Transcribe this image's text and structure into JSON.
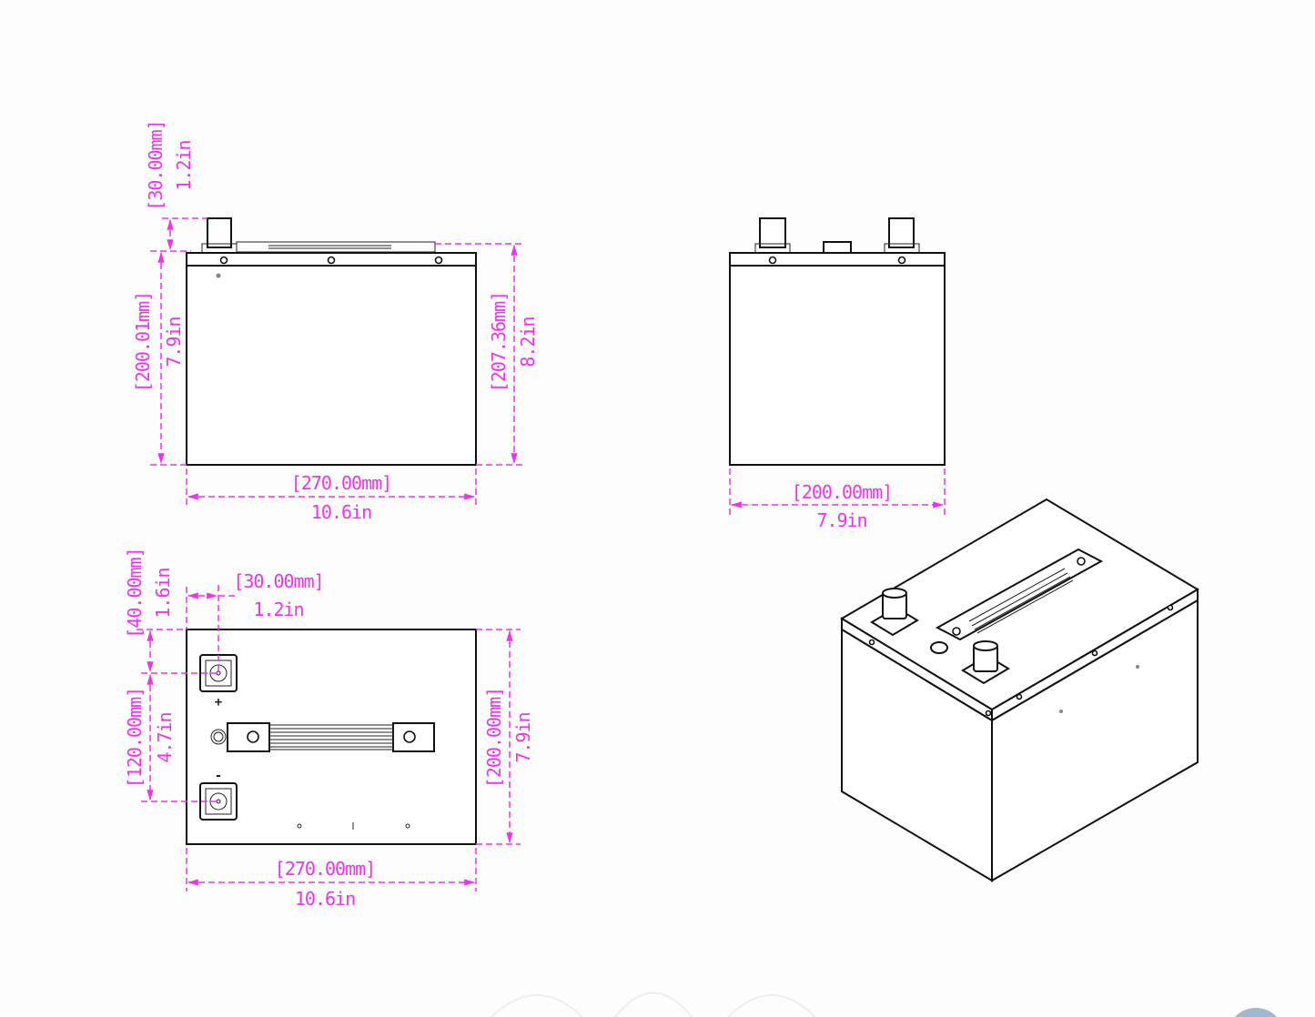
{
  "front_view": {
    "terminal_height": {
      "mm": "[30.00mm]",
      "in": "1.2in"
    },
    "body_height": {
      "mm": "[200.01mm]",
      "in": "7.9in"
    },
    "total_height": {
      "mm": "[207.36mm]",
      "in": "8.2in"
    },
    "length": {
      "mm": "[270.00mm]",
      "in": "10.6in"
    }
  },
  "side_view": {
    "width": {
      "mm": "[200.00mm]",
      "in": "7.9in"
    }
  },
  "top_view": {
    "terminal_offset_y": {
      "mm": "[40.00mm]",
      "in": "1.6in"
    },
    "terminal_offset_x": {
      "mm": "[30.00mm]",
      "in": "1.2in"
    },
    "terminal_spacing": {
      "mm": "[120.00mm]",
      "in": "4.7in"
    },
    "width": {
      "mm": "[200.00mm]",
      "in": "7.9in"
    },
    "length": {
      "mm": "[270.00mm]",
      "in": "10.6in"
    },
    "positive_mark": "+",
    "negative_mark": "-"
  },
  "colors": {
    "dimension": "#ee33ee",
    "outline": "#111111",
    "accent_circle": "#9fb8cf"
  }
}
